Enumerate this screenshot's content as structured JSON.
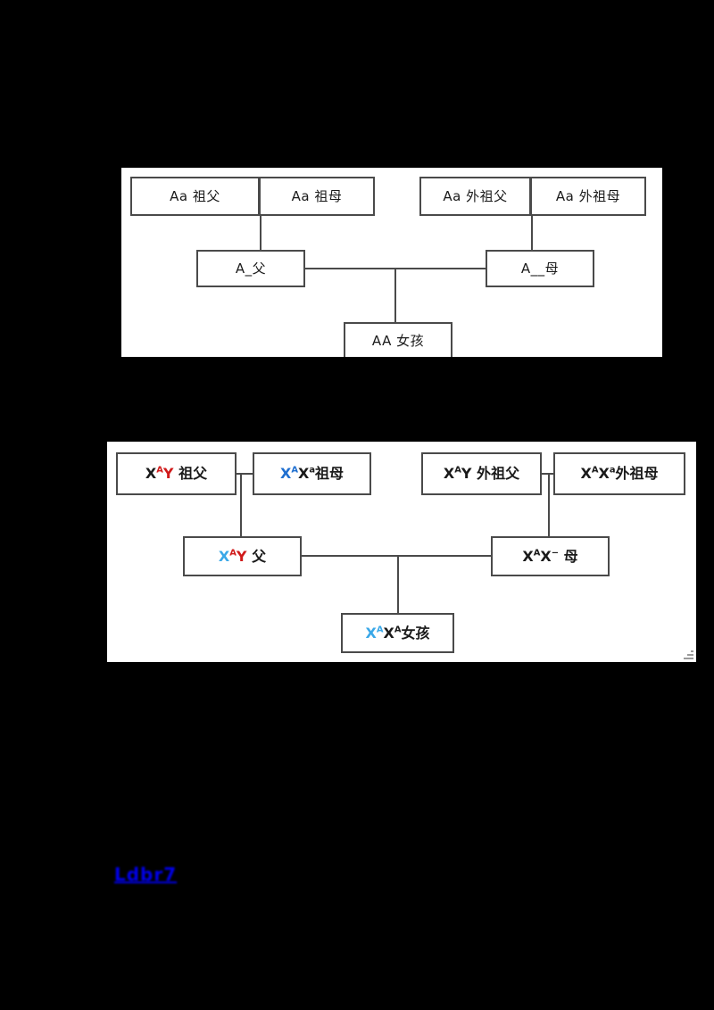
{
  "page": {
    "background_color": "#000000",
    "panel_background": "#ffffff",
    "line_color": "#4a4a4a"
  },
  "colors": {
    "red": "#d01a1a",
    "blue": "#1f6fd0",
    "cyan": "#3aa8e8",
    "black": "#1a1a1a",
    "link_blue": "#0000ee"
  },
  "diagram_one": {
    "title": "autosomal-pedigree",
    "watermark": "",
    "nodes": {
      "paternal_grandfather": "Aa 祖父",
      "paternal_grandmother": "Aa 祖母",
      "maternal_grandfather": "Aa 外祖父",
      "maternal_grandmother": "Aa 外祖母",
      "father": "A_父",
      "mother": "A__母",
      "daughter": "AA 女孩"
    }
  },
  "diagram_two": {
    "title": "x-linked-pedigree",
    "watermark": "",
    "nodes": {
      "paternal_grandfather": {
        "parts": [
          {
            "text": "X",
            "sup": "A",
            "color": "black",
            "sup_color": "red"
          },
          {
            "text": "Y",
            "color": "red"
          },
          {
            "text": " 祖父",
            "color": "black"
          }
        ],
        "plain": "XAY 祖父"
      },
      "paternal_grandmother": {
        "parts": [
          {
            "text": "X",
            "sup": "A",
            "color": "blue",
            "sup_color": "blue"
          },
          {
            "text": "X",
            "sup": "a",
            "color": "black",
            "sup_color": "black"
          },
          {
            "text": "祖母",
            "color": "black"
          }
        ],
        "plain": "XAXa 祖母"
      },
      "maternal_grandfather": {
        "parts": [
          {
            "text": "X",
            "sup": "A",
            "color": "black",
            "sup_color": "black"
          },
          {
            "text": "Y",
            "color": "black"
          },
          {
            "text": " 外祖父",
            "color": "black"
          }
        ],
        "plain": "XAY 外祖父"
      },
      "maternal_grandmother": {
        "parts": [
          {
            "text": "X",
            "sup": "A",
            "color": "black",
            "sup_color": "black"
          },
          {
            "text": "X",
            "sup": "a",
            "color": "black",
            "sup_color": "black"
          },
          {
            "text": "外祖母",
            "color": "black"
          }
        ],
        "plain": "XAXa 外祖母"
      },
      "father": {
        "parts": [
          {
            "text": "X",
            "sup": "A",
            "color": "cyan",
            "sup_color": "red"
          },
          {
            "text": "Y",
            "color": "red"
          },
          {
            "text": " 父",
            "color": "black"
          }
        ],
        "plain": "XAY 父"
      },
      "mother": {
        "parts": [
          {
            "text": "X",
            "sup": "A",
            "color": "black",
            "sup_color": "black"
          },
          {
            "text": "X",
            "sup": "−",
            "color": "black",
            "sup_color": "black"
          },
          {
            "text": " 母",
            "color": "black"
          }
        ],
        "plain": "XAX− 母"
      },
      "daughter": {
        "parts": [
          {
            "text": "X",
            "sup": "A",
            "color": "cyan",
            "sup_color": "cyan"
          },
          {
            "text": "X",
            "sup": "A",
            "color": "black",
            "sup_color": "black"
          },
          {
            "text": "女孩",
            "color": "black"
          }
        ],
        "plain": "XAXA 女孩"
      }
    },
    "resize_handle": "resize-handle"
  },
  "footer": {
    "link_text": "Ldbr7"
  }
}
